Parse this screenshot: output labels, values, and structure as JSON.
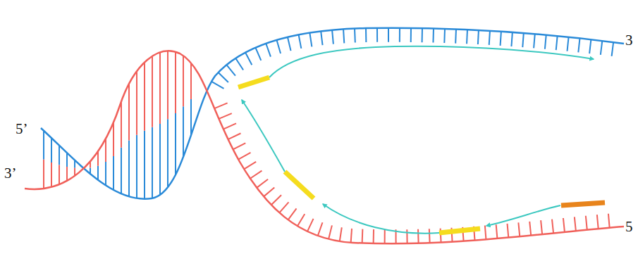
{
  "diagram": {
    "labels": [
      "5’",
      "3’",
      "3",
      "5"
    ]
  }
}
